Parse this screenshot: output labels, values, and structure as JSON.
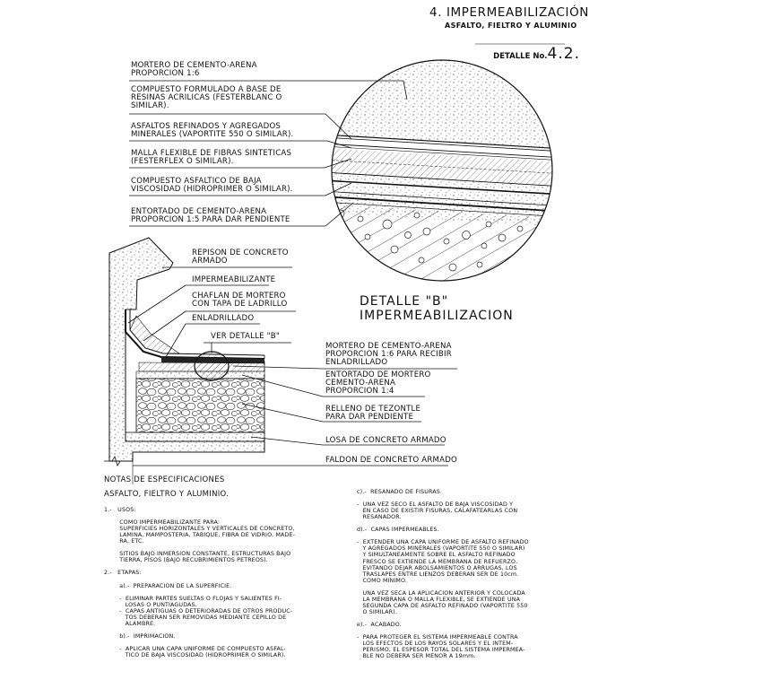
{
  "header": {
    "title": "4. IMPERMEABILIZACIÓN",
    "subtitle": "ASFALTO, FIELTRO Y ALUMINIO",
    "detail_prefix": "DETALLE No.",
    "detail_number": "4.2."
  },
  "detail_b": {
    "title_line1": "DETALLE \"B\"",
    "title_line2": "IMPERMEABILIZACION",
    "layers": [
      "MORTERO DE CEMENTO-ARENA\nPROPORCION 1:6",
      "COMPUESTO FORMULADO A BASE DE\nRESINAS ACRILICAS (FESTERBLANC O\nSIMILAR).",
      "ASFALTOS REFINADOS Y AGREGADOS\nMINERALES (VAPORTITE 550 O SIMILAR).",
      "MALLA FLEXIBLE DE FIBRAS SINTETICAS\n(FESTERFLEX O SIMILAR).",
      "COMPUESTO ASFALTICO DE BAJA\nVISCOSIDAD (HIDROPRIMER O SIMILAR).",
      "ENTORTADO DE CEMENTO-ARENA\nPROPORCION 1:5 PARA DAR PENDIENTE"
    ]
  },
  "section": {
    "labels_left": [
      "REPISON DE CONCRETO\nARMADO",
      "IMPERMEABILIZANTE",
      "CHAFLAN DE MORTERO\nCON TAPA DE LADRILLO",
      "ENLADRILLADO",
      "VER DETALLE \"B\""
    ],
    "labels_right": [
      "MORTERO DE CEMENTO-ARENA\nPROPORCION 1:6 PARA RECIBIR\nENLADRILLADO",
      "ENTORTADO DE MORTERO\nCEMENTO-ARENA\nPROPORCION 1:4",
      "RELLENO DE TEZONTLE\nPARA DAR PENDIENTE",
      "LOSA DE CONCRETO ARMADO",
      "FALDON DE CONCRETO ARMADO"
    ]
  },
  "notes": {
    "heading": "NOTAS DE ESPECIFICACIONES",
    "subheading": "ASFALTO, FIELTRO Y ALUMINIO.",
    "left_col": "1.-   USOS:\n\n        COMO IMPERMEABILIZANTE PARA:\n        SUPERFICIES HORIZONTALES Y VERTICALES DE CONCRETO,\n        LAMINA, MAMPOSTERIA, TABIQUE, FIBRA DE VIDRIO, MADE-\n        RA, ETC.\n\n        SITIOS BAJO INMERSION CONSTANTE, ESTRUCTURAS BAJO\n        TIERRA, PISOS (BAJO RECUBRIMIENTOS PETREOS).\n\n2.-   ETAPAS:\n\n        a).-  PREPARACION DE LA SUPERFICIE.\n\n        -  ELIMINAR PARTES SUELTAS O FLOJAS Y SALIENTES FI-\n           LOSAS O PUNTIAGUDAS.\n        -  CAPAS ANTIGUAS O DETERIORADAS DE OTROS PRODUC-\n           TOS DEBERAN SER REMOVIDAS MEDIANTE CEPILLO DE\n           ALAMBRE.\n\n        b).-  IMPRIMACION.\n\n        -  APLICAR UNA CAPA UNIFORME DE COMPUESTO ASFAL-\n           TICO DE BAJA VISCOSIDAD (HIDROPRIMER O SIMILAR).",
    "right_col": "c).-  RESANADO DE FISURAS.\n\n-  UNA VEZ SECO EL ASFALTO DE BAJA VISCOSIDAD Y\n   EN CASO DE EXISTIR FISURAS, CALAFATEARLAS CON\n   RESANADOR.\n\nd).-  CAPAS IMPERMEABLES.\n\n-  EXTENDER UNA CAPA UNIFORME DE ASFALTO REFINADO\n   Y AGREGADOS MINERALES (VAPORTITE 550 O SIMILAR)\n   Y SIMULTANEAMENTE SOBRE EL ASFALTO REFINADO\n   FRESCO SE EXTIENDE LA MEMBRANA DE REFUERZO,\n   EVITANDO DEJAR ABOLSAMIENTOS O ARRUGAS, LOS\n   TRASLAPES ENTRE LIENZOS DEBERAN SER DE 10cm.\n   COMO MINIMO.\n\n   UNA VEZ SECA LA APLICACION ANTERIOR Y COLOCADA\n   LA MEMBRANA O MALLA FLEXIBLE, SE EXTIENDE UNA\n   SEGUNDA CAPA DE ASFALTO REFINADO (VAPORTITE 550\n   O SIMILAR).\n\ne).-  ACABADO.\n\n-  PARA PROTEGER EL SISTEMA IMPERMEABLE CONTRA\n   LOS EFECTOS DE LOS RAYOS SOLARES Y EL INTEM-\n   PERISMO, EL ESPESOR TOTAL DEL SISTEMA IMPERMEA-\n   BLE NO DEBERA SER MENOR A 19mm."
  }
}
